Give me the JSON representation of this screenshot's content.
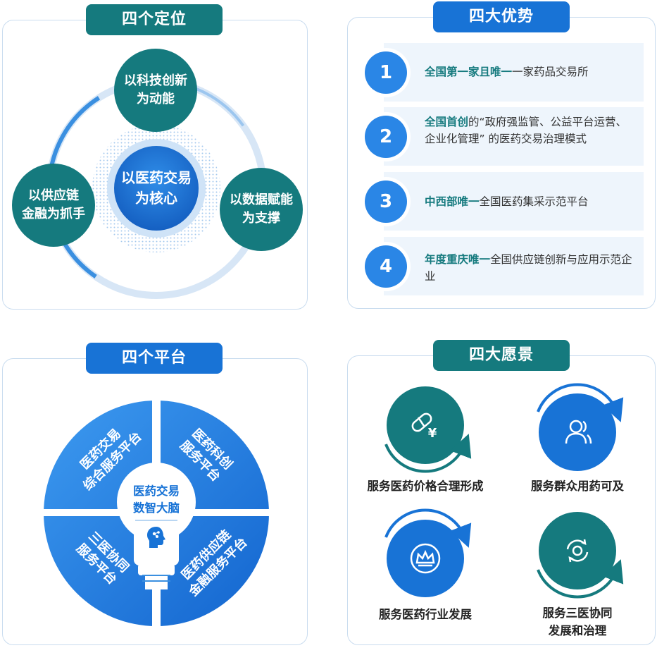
{
  "positioning": {
    "title": "四个定位",
    "center": "以医药交易\n为核心",
    "top": "以科技创新\n为动能",
    "left": "以供应链\n金融为抓手",
    "right": "以数据赋能\n为支撑"
  },
  "advantages": {
    "title": "四大优势",
    "items": [
      {
        "num": "1",
        "highlight": "全国第一家且唯一",
        "text": "一家药品交易所"
      },
      {
        "num": "2",
        "highlight": "全国首创",
        "text": "的“政府强监管、公益平台运营、企业化管理” 的医药交易治理模式"
      },
      {
        "num": "3",
        "highlight": "中西部唯一",
        "text": "全国医药集采示范平台"
      },
      {
        "num": "4",
        "highlight": "年度重庆唯一",
        "text": "全国供应链创新与应用示范企业"
      }
    ]
  },
  "platforms": {
    "title": "四个平台",
    "center": "医药交易\n数智大脑",
    "q1": "医药交易\n综合服务平台",
    "q2": "医药科创\n服务平台",
    "q3": "三医协同\n服务平台",
    "q4": "医药供应链\n金融服务平台"
  },
  "visions": {
    "title": "四大愿景",
    "items": [
      {
        "label": "服务医药价格合理形成",
        "icon": "pill-yuan-icon"
      },
      {
        "label": "服务群众用药可及",
        "icon": "people-icon"
      },
      {
        "label": "服务医药行业发展",
        "icon": "crown-icon"
      },
      {
        "label": "服务三医协同\n发展和治理",
        "icon": "cycle-icon"
      }
    ]
  },
  "colors": {
    "teal": "#157a7e",
    "blue": "#1873d6",
    "light_blue": "#2a86e6"
  }
}
